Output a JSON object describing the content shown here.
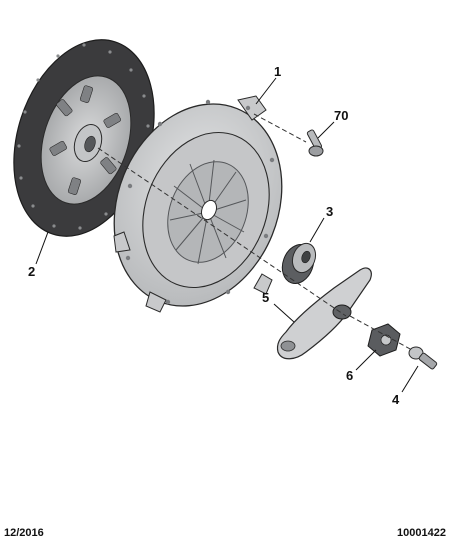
{
  "callouts": {
    "c1": "1",
    "c2": "2",
    "c3": "3",
    "c4": "4",
    "c5": "5",
    "c6": "6",
    "c70": "70"
  },
  "footer": {
    "date": "12/2016",
    "reference": "10001422"
  },
  "colors": {
    "part_fill": "#d2d3d4",
    "part_shade": "#a9abad",
    "part_dark": "#6d6f72",
    "friction_lining": "#3b3b3d",
    "outline": "#2a2a2a",
    "axis_dash": "#333333"
  }
}
